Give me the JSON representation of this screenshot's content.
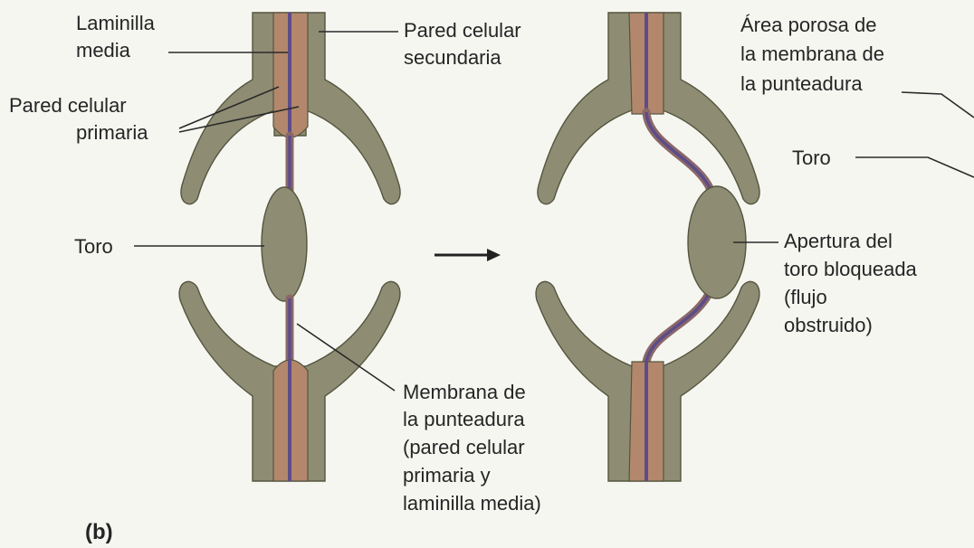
{
  "labels": {
    "laminilla_l1": "Laminilla",
    "laminilla_l2": "media",
    "pared_sec_l1": "Pared celular",
    "pared_sec_l2": "secundaria",
    "pared_prim_l1": "Pared celular",
    "pared_prim_l2": "primaria",
    "toro_left": "Toro",
    "membrana_l1": "Membrana de",
    "membrana_l2": "la punteadura",
    "membrana_l3": "(pared celular",
    "membrana_l4": "primaria y",
    "membrana_l5": "laminilla media)",
    "area_l1": "Área porosa de",
    "area_l2": "la membrana de",
    "area_l3": "la punteadura",
    "toro_right": "Toro",
    "apertura_l1": "Apertura del",
    "apertura_l2": "toro bloqueada",
    "apertura_l3": "(flujo",
    "apertura_l4": "obstruido)",
    "panel": "(b)"
  },
  "colors": {
    "secondary_wall": "#8e8d74",
    "primary_wall": "#b3876b",
    "middle_lamella": "#5d4c8a",
    "background": "#f6f6f1"
  }
}
